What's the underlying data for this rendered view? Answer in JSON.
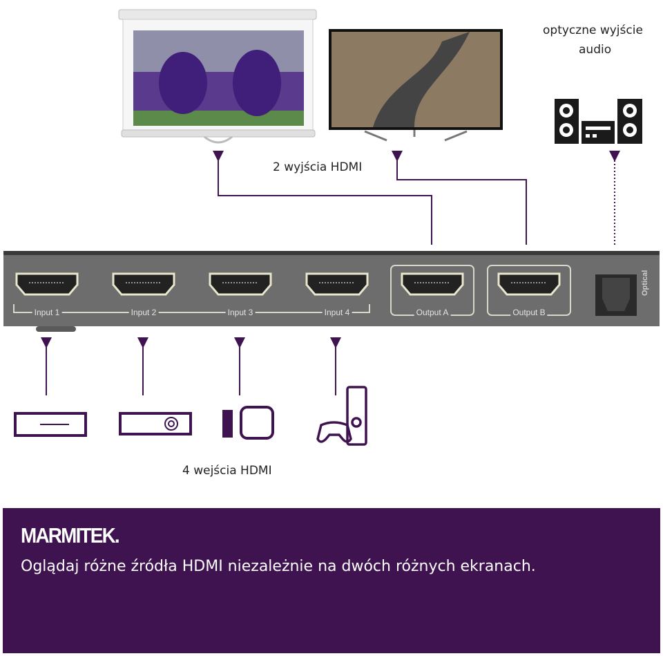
{
  "labels": {
    "optical_output_line1": "optyczne wyjście",
    "optical_output_line2": "audio",
    "hdmi_outputs": "2 wyjścia HDMI",
    "hdmi_inputs": "4 wejścia HDMI"
  },
  "device": {
    "ports": [
      "Input 1",
      "Input 2",
      "Input 3",
      "Input 4",
      "Output A",
      "Output B"
    ],
    "optical": "Optical"
  },
  "banner": {
    "brand": "MARMITEK.",
    "tagline": "Oglądaj różne źródła HDMI niezależnie na dwóch różnych ekranach."
  },
  "colors": {
    "accent": "#3e1350",
    "device": "#6d6d6d"
  }
}
